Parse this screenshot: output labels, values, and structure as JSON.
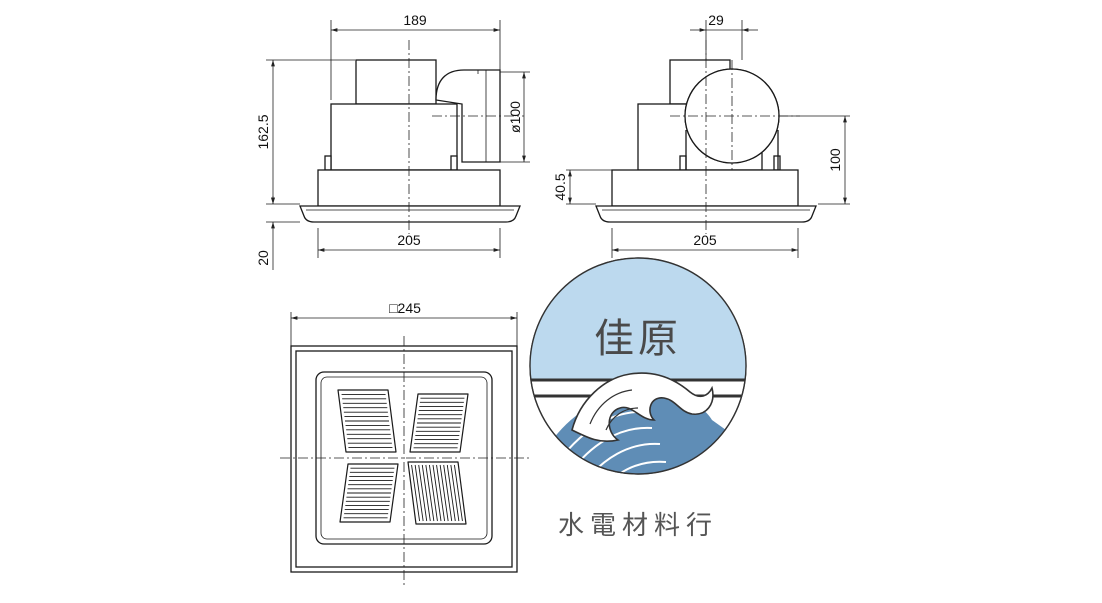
{
  "drawing": {
    "front_view": {
      "dim_top": "189",
      "dim_height": "162.5",
      "dim_duct": "ø100",
      "dim_bottom": "205",
      "dim_flange": "20"
    },
    "side_view": {
      "dim_top": "29",
      "dim_body": "40.5",
      "dim_duct_height": "100",
      "dim_bottom": "205"
    },
    "bottom_view": {
      "dim_square": "□245"
    }
  },
  "logo": {
    "name": "佳原",
    "subtitle": "水電材料行",
    "colors": {
      "sky": "#bcd9ee",
      "wave": "#5f8db6",
      "ink": "#4a4a4a"
    }
  }
}
